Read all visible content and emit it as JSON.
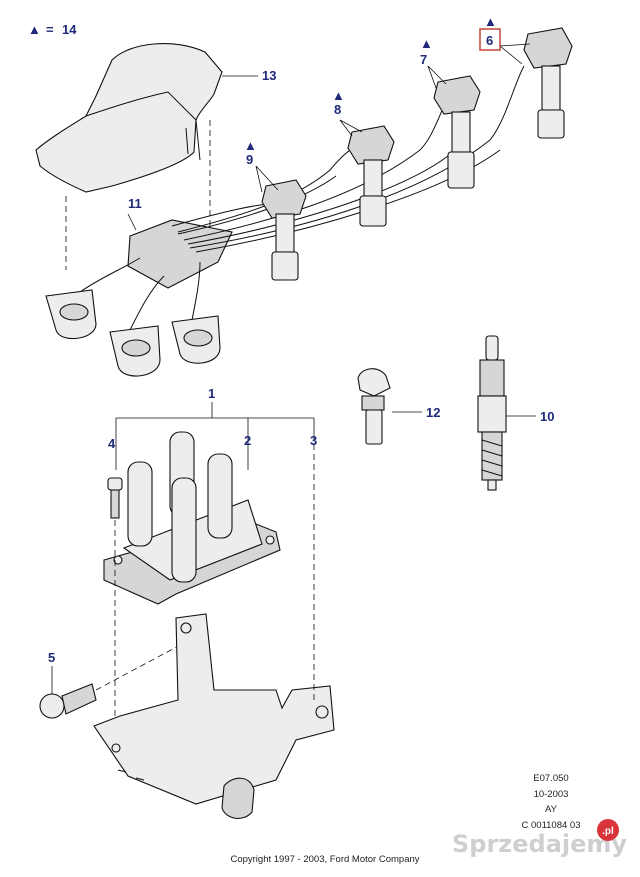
{
  "legend": {
    "symbol": "▲",
    "equals": "=",
    "value": "14"
  },
  "callouts": {
    "c1": "1",
    "c2": "2",
    "c3": "3",
    "c4": "4",
    "c5": "5",
    "c6": "6",
    "c7": "7",
    "c8": "8",
    "c9": "9",
    "c10": "10",
    "c11": "11",
    "c12": "12",
    "c13": "13"
  },
  "marker": "▲",
  "drawing_info": {
    "ref": "E07.050",
    "date": "10-2003",
    "code": "AY",
    "number": "C 0011084 03"
  },
  "copyright": "Copyright 1997 - 2003, Ford Motor Company",
  "watermark": {
    "text": "Sprzedajemy",
    "badge": ".pl"
  },
  "colors": {
    "callout": "#1f2a7a",
    "highlight": "#c0392b",
    "badge": "#d9343a"
  }
}
